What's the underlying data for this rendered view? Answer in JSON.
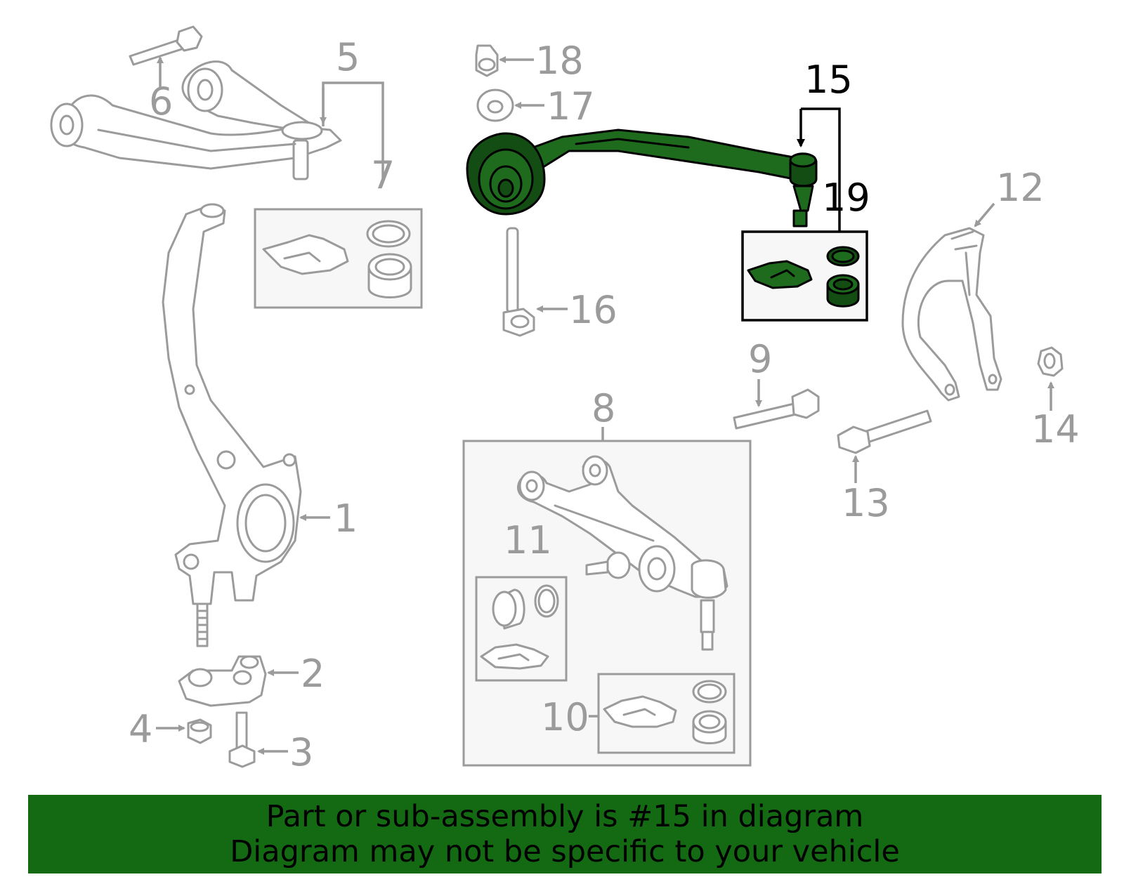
{
  "diagram": {
    "highlight_color": "#1e6b1e",
    "line_color": "#9b9b9b",
    "callouts": [
      {
        "id": "1",
        "text": "1"
      },
      {
        "id": "2",
        "text": "2"
      },
      {
        "id": "3",
        "text": "3"
      },
      {
        "id": "4",
        "text": "4"
      },
      {
        "id": "5",
        "text": "5"
      },
      {
        "id": "6",
        "text": "6"
      },
      {
        "id": "7",
        "text": "7"
      },
      {
        "id": "8",
        "text": "8"
      },
      {
        "id": "9",
        "text": "9"
      },
      {
        "id": "10",
        "text": "10"
      },
      {
        "id": "11",
        "text": "11"
      },
      {
        "id": "12",
        "text": "12"
      },
      {
        "id": "13",
        "text": "13"
      },
      {
        "id": "14",
        "text": "14"
      },
      {
        "id": "15",
        "text": "15"
      },
      {
        "id": "16",
        "text": "16"
      },
      {
        "id": "17",
        "text": "17"
      },
      {
        "id": "18",
        "text": "18"
      },
      {
        "id": "19",
        "text": "19"
      }
    ]
  },
  "banner": {
    "line1": "Part or sub-assembly is #15 in diagram",
    "line2": "Diagram may not be specific to your vehicle",
    "background": "#136a13"
  }
}
